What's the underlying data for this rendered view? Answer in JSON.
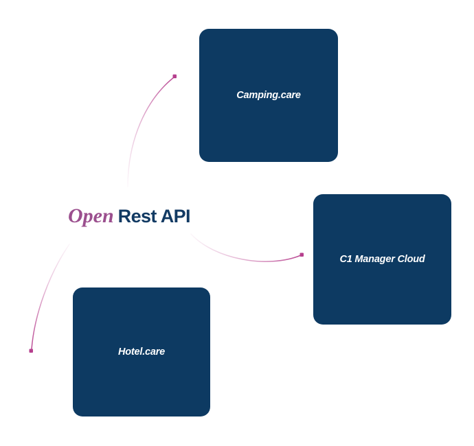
{
  "diagram": {
    "background_color": "#ffffff",
    "title": {
      "highlight_word": "Open",
      "rest_words": "Rest API",
      "highlight_color": "#9B4F8E",
      "rest_color": "#123A63"
    },
    "node_color": "#0D3A62",
    "node_label_color": "#ffffff",
    "arc_color": "#C0539A",
    "nodes": [
      {
        "id": "camping",
        "label": "Camping.care"
      },
      {
        "id": "c1",
        "label": "C1 Manager Cloud"
      },
      {
        "id": "hotel",
        "label": "Hotel.care"
      }
    ],
    "connectors": [
      {
        "id": "arc-to-camping",
        "from": "center",
        "to": "camping"
      },
      {
        "id": "arc-to-c1",
        "from": "center",
        "to": "c1"
      },
      {
        "id": "arc-to-hotel",
        "from": "center",
        "to": "hotel"
      }
    ]
  }
}
